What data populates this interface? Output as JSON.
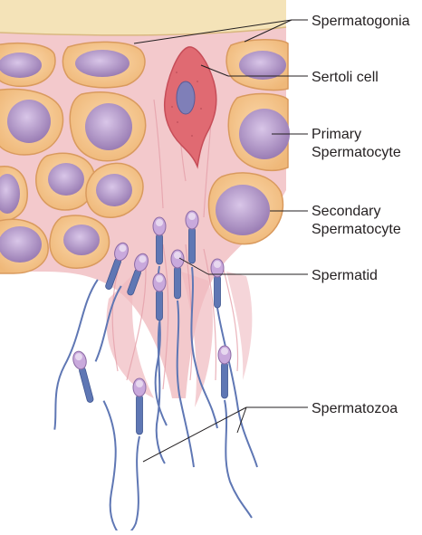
{
  "labels": {
    "spermatogonia": "Spermatogonia",
    "sertoli_cell": "Sertoli cell",
    "primary_line1": "Primary",
    "primary_line2": "Spermatocyte",
    "secondary_line1": "Secondary",
    "secondary_line2": "Spermatocyte",
    "spermatid": "Spermatid",
    "spermatozoa": "Spermatozoa"
  },
  "colors": {
    "tissue": "#f3c9cc",
    "tissue_streak": "#e7a4ad",
    "basement": "#f4e3b8",
    "cell_fill": "#f6cc98",
    "cell_border": "#d99a5e",
    "nucleus": "#a98bc0",
    "sertoli": "#e06a72",
    "sperm_head": "#c9a9dc",
    "sperm_tail": "#5f77b4",
    "leader": "#231f20"
  }
}
